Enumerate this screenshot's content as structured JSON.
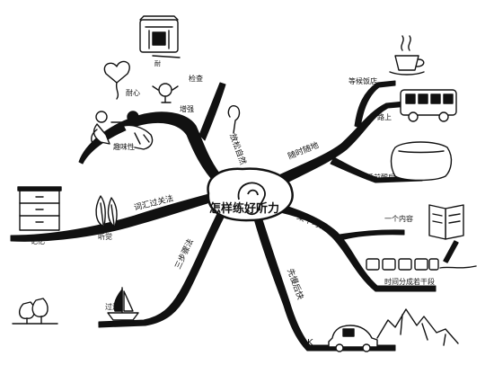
{
  "center": {
    "label": "怎样练好听力"
  },
  "branches": [
    {
      "label": "随时随地",
      "children": [
        {
          "label": "等候饭店"
        },
        {
          "label": "路上"
        },
        {
          "label": "睡前醒后"
        }
      ]
    },
    {
      "label": "集中时段",
      "children": [
        {
          "label": "一个内容"
        },
        {
          "label": "时间分成若干段"
        }
      ]
    },
    {
      "label": "先慢后快",
      "children": [
        {
          "label": "K"
        }
      ]
    },
    {
      "label": "三步骤法",
      "children": [
        {
          "label": "过滤"
        }
      ]
    },
    {
      "label": "词汇过关法",
      "children": [
        {
          "label": "记忆"
        },
        {
          "label": "听觉"
        }
      ]
    },
    {
      "label": "放松自然",
      "children": [
        {
          "label": "耐心"
        },
        {
          "label": "检查"
        },
        {
          "label": "增强"
        },
        {
          "label": "趣味性"
        }
      ]
    }
  ],
  "sketches": {
    "icons": [
      "radio-icon",
      "coffee-cup-icon",
      "bus-icon",
      "pillow-icon",
      "open-book-icon",
      "cassette-row-icon",
      "pen-icon",
      "car-icon",
      "mountains-icon",
      "trees-icon",
      "sailboat-icon",
      "cabinet-icon",
      "leaves-icon",
      "heart-balloon-icon",
      "bird-icon",
      "people-icon",
      "ear-icon",
      "earphone-icon"
    ]
  }
}
